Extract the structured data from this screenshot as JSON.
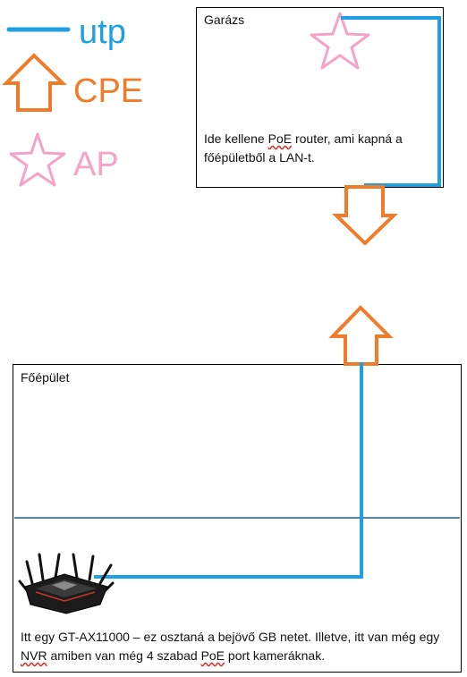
{
  "legend": {
    "utp_label": "utp",
    "cpe_label": "CPE",
    "ap_label": "AP"
  },
  "colors": {
    "utp": "#1fa0e0",
    "cpe": "#f07c2a",
    "ap": "#f5a3c7",
    "divider": "#1f5f8b"
  },
  "garage": {
    "title": "Garázs",
    "note_part1": "Ide kellene ",
    "note_poe": "PoE",
    "note_part2": " router, ami kapná a főépületből a LAN-t."
  },
  "main_building": {
    "title": "Főépület",
    "note_part1": "Itt egy GT-AX11000 – ez osztaná a bejövő GB netet. Illetve, itt van még egy ",
    "note_nvr": "NVR",
    "note_part2": " amiben van még 4 szabad ",
    "note_poe": "PoE",
    "note_part3": " port kameráknak."
  },
  "icons": {
    "router": "router-icon",
    "ap": "star-outline-icon",
    "cpe": "arrow-outline-icon"
  }
}
